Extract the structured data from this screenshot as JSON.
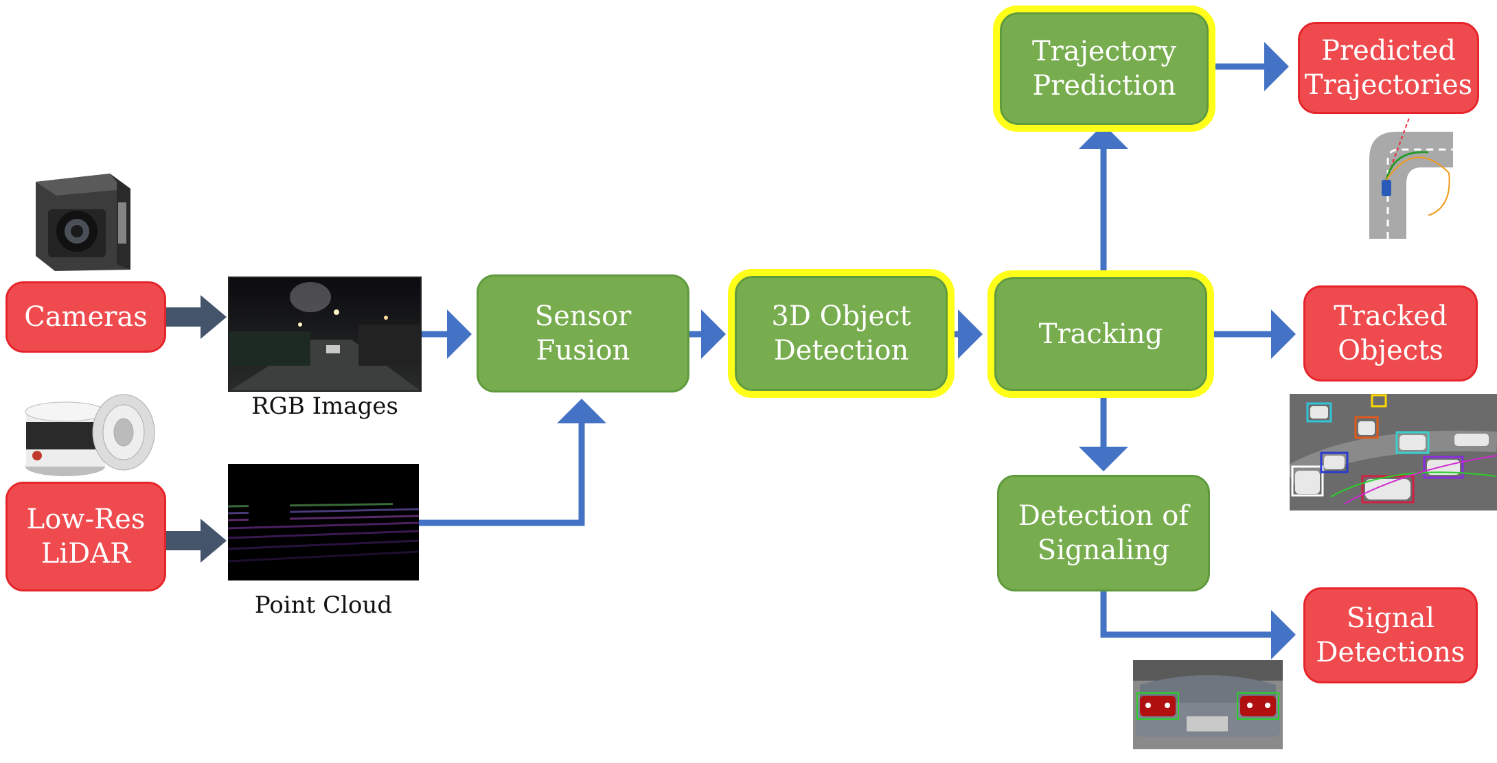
{
  "inputs": {
    "cameras": "Cameras",
    "lidar": "Low-Res\nLiDAR"
  },
  "captions": {
    "rgb": "RGB Images",
    "point_cloud": "Point Cloud"
  },
  "stages": {
    "sensor_fusion": "Sensor\nFusion",
    "object_detection": "3D Object\nDetection",
    "tracking": "Tracking",
    "trajectory_prediction": "Trajectory\nPrediction",
    "signaling": "Detection of\nSignaling"
  },
  "outputs": {
    "predicted": "Predicted\nTrajectories",
    "tracked": "Tracked\nObjects",
    "signal": "Signal\nDetections"
  },
  "colors": {
    "input_output_fill": "#ef4b4f",
    "stage_fill": "#77ad4e",
    "highlight": "#ffff1a",
    "arrow_blue": "#4472c4",
    "arrow_dark": "#44546a"
  }
}
